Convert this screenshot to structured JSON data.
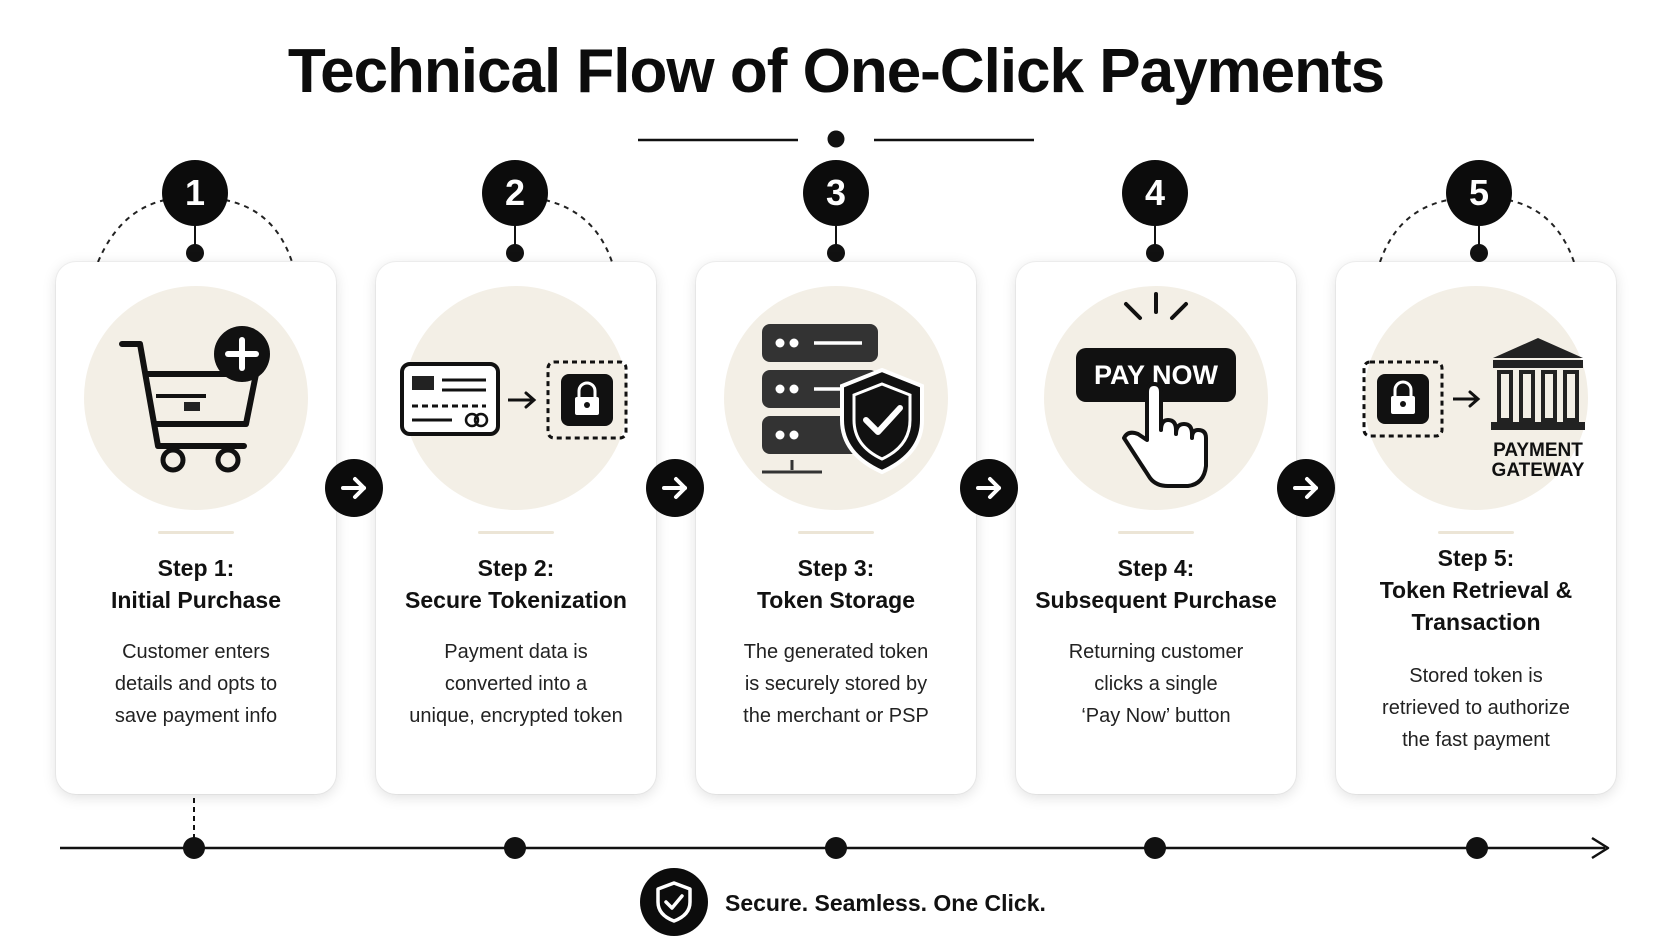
{
  "title": "Technical Flow of One-Click Payments",
  "tagline": "Secure. Seamless. One Click.",
  "colors": {
    "ink": "#0c0c0c",
    "beige": "#f3efe6",
    "divider": "#ece5d6"
  },
  "steps": [
    {
      "number": "1",
      "heading_line1": "Step 1:",
      "heading_line2": "Initial Purchase",
      "desc_lines": [
        "Customer enters",
        "details and opts to",
        "save payment info"
      ],
      "icon": "cart-plus-icon"
    },
    {
      "number": "2",
      "heading_line1": "Step 2:",
      "heading_line2": "Secure Tokenization",
      "desc_lines": [
        "Payment data is",
        "converted into a",
        "unique, encrypted token"
      ],
      "icon": "card-to-lock-icon"
    },
    {
      "number": "3",
      "heading_line1": "Step 3:",
      "heading_line2": "Token Storage",
      "desc_lines": [
        "The generated token",
        "is securely stored by",
        "the merchant or PSP"
      ],
      "icon": "server-shield-icon"
    },
    {
      "number": "4",
      "heading_line1": "Step 4:",
      "heading_line2": "Subsequent Purchase",
      "desc_lines": [
        "Returning customer",
        "clicks a single",
        "‘Pay Now’ button"
      ],
      "icon": "pay-now-click-icon",
      "button_label": "PAY NOW"
    },
    {
      "number": "5",
      "heading_line1": "Step 5:",
      "heading_line2": "Token Retrieval &",
      "heading_line3": "Transaction",
      "desc_lines": [
        "Stored token is",
        "retrieved to authorize",
        "the fast payment"
      ],
      "icon": "lock-to-bank-icon",
      "gateway_line1": "PAYMENT",
      "gateway_line2": "GATEWAY"
    }
  ]
}
